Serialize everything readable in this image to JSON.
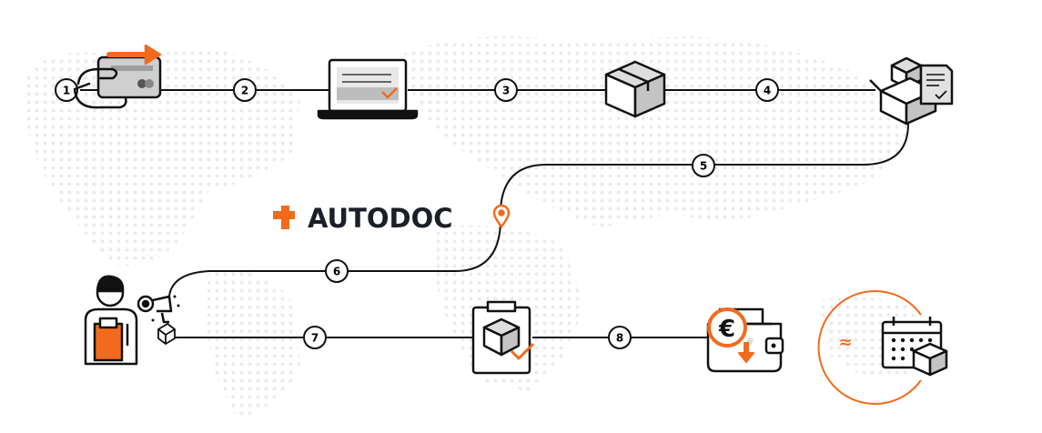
{
  "brand": {
    "name": "AUTODOC"
  },
  "colors": {
    "accent": "#f26b1d",
    "ink": "#111111",
    "panel": "#cccccc",
    "map_dot": "#ebebeb"
  },
  "steps": [
    {
      "number": "1",
      "icon": "card-payment-icon"
    },
    {
      "number": "2",
      "icon": "laptop-order-icon"
    },
    {
      "number": "3",
      "icon": "box-icon"
    },
    {
      "number": "4",
      "icon": "open-box-invoice-icon"
    },
    {
      "number": "5",
      "icon": "route-icon"
    },
    {
      "number": "6",
      "icon": "location-pin-icon"
    },
    {
      "number": "7",
      "icon": "mechanic-inspection-icon"
    },
    {
      "number": "8",
      "icon": "clipboard-box-check-icon"
    }
  ],
  "refund": {
    "currency_symbol": "€",
    "icon": "wallet-euro-icon"
  },
  "equivalence": {
    "symbol": "≈",
    "icon": "calendar-box-icon"
  }
}
